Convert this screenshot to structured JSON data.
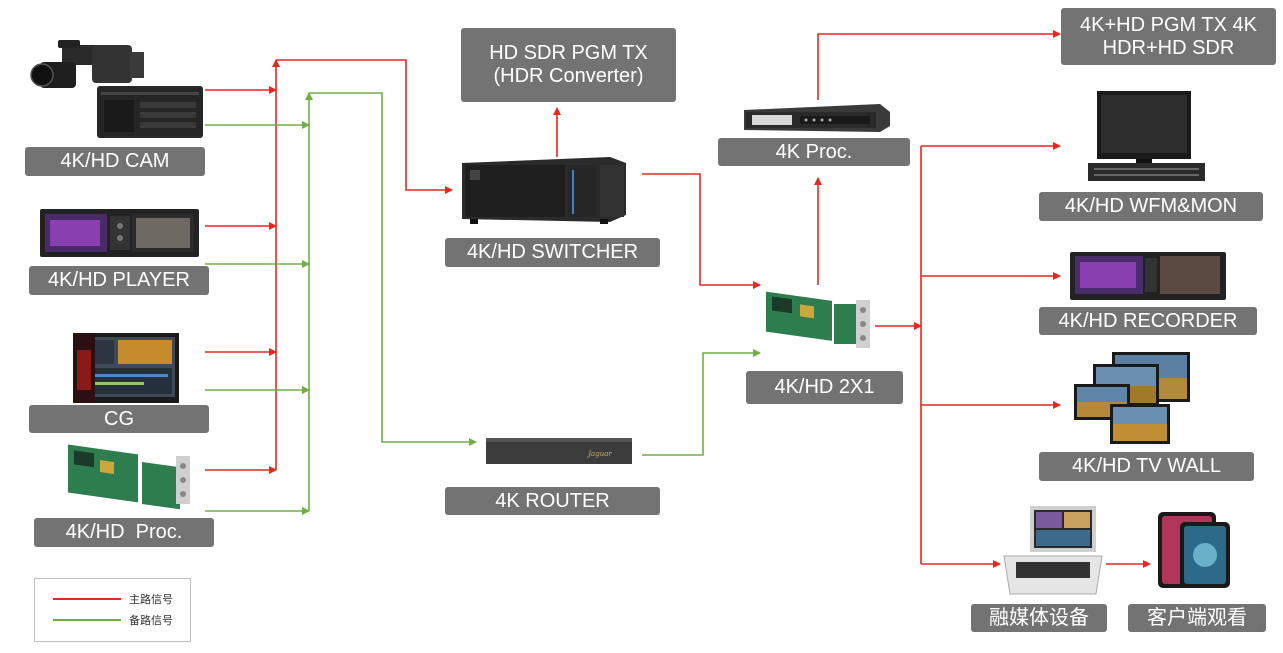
{
  "colors": {
    "main": "#e8271f",
    "backup": "#70ad47",
    "label_bg": "#737373",
    "label_text": "#ffffff"
  },
  "labels": {
    "cam": "4K/HD CAM",
    "player": "4K/HD PLAYER",
    "cg": "CG",
    "proc_left": "4K/HD  Proc.",
    "hdr_converter": "HD SDR PGM TX\n(HDR Converter)",
    "switcher": "4K/HD SWITCHER",
    "router": "4K ROUTER",
    "proc_4k": "4K Proc.",
    "twoxone": "4K/HD 2X1",
    "pgm_tx": "4K+HD PGM TX 4K\nHDR+HD SDR",
    "wfm": "4K/HD WFM&MON",
    "recorder": "4K/HD RECORDER",
    "tvwall": "4K/HD TV WALL",
    "media": "融媒体设备",
    "client": "客户端观看"
  },
  "legend": {
    "main": "主路信号",
    "backup": "备路信号"
  },
  "icons": {
    "camera": "camera-icon",
    "player": "player-icon",
    "cg": "cg-workstation-icon",
    "proc_card": "processing-card-icon",
    "switcher": "switcher-icon",
    "router": "router-icon",
    "rack": "rack-processor-icon",
    "monitor": "monitor-icon",
    "recorder": "recorder-icon",
    "tvwall": "tv-wall-icon",
    "media": "portable-media-icon",
    "tablet": "tablet-icon"
  }
}
